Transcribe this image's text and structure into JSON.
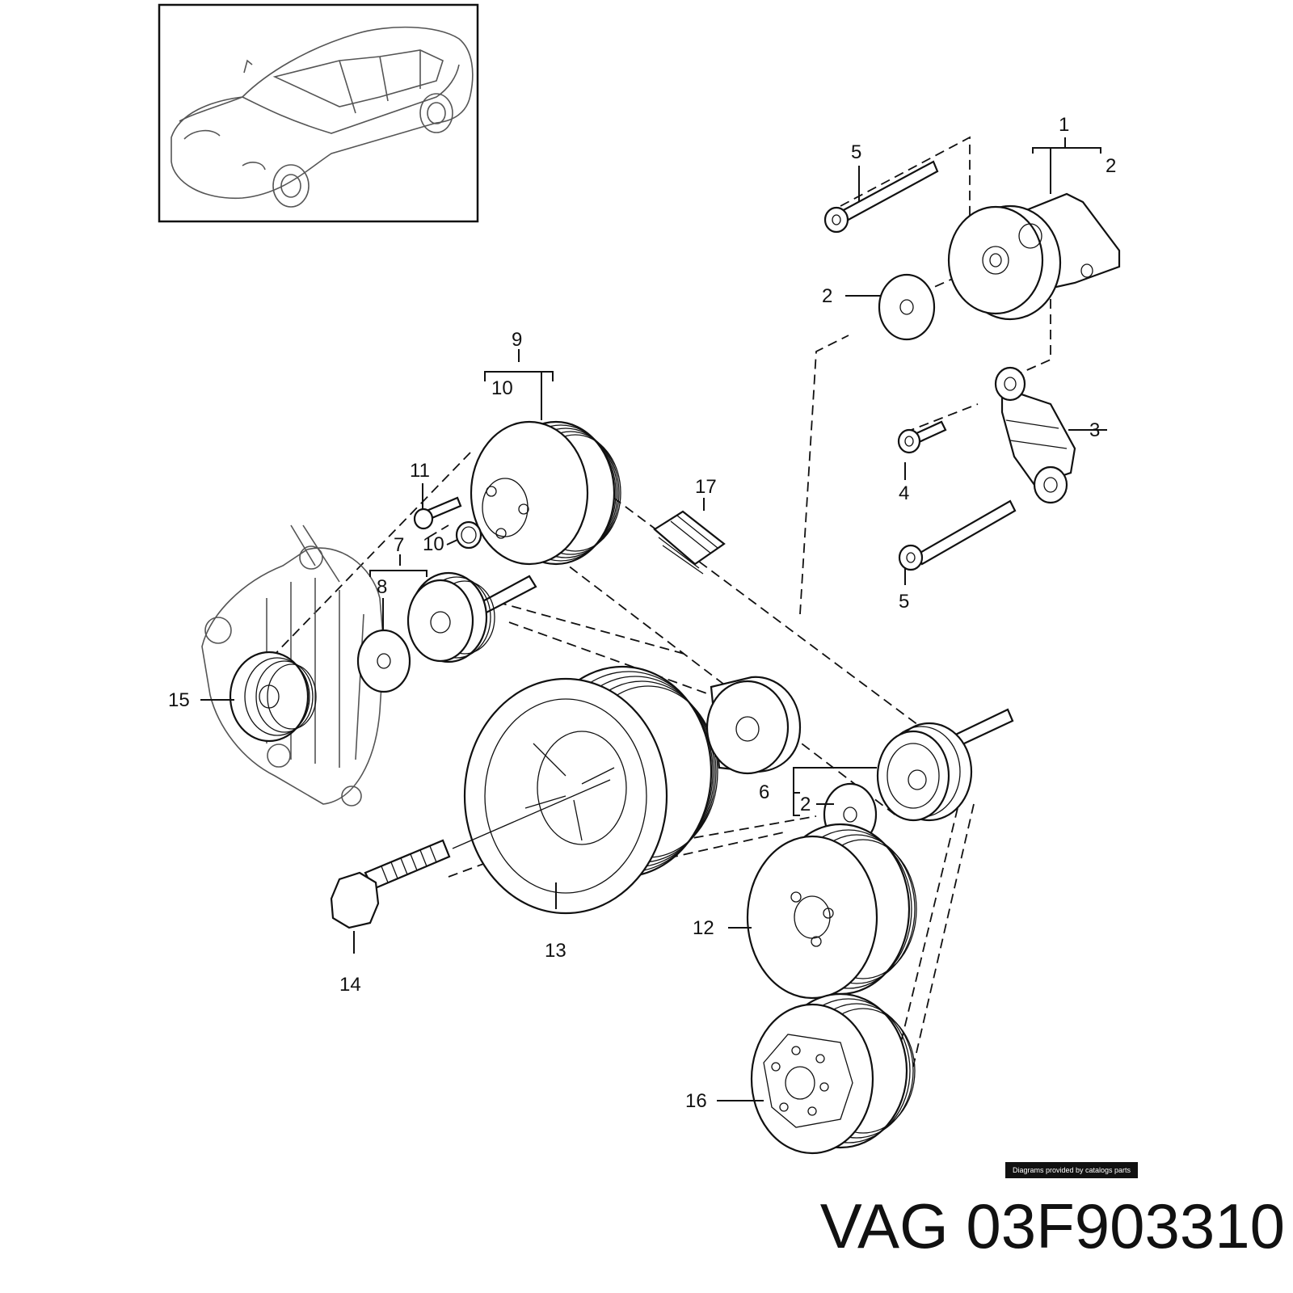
{
  "callouts": {
    "c1": "1",
    "c2_top": "2",
    "c2_plate": "2",
    "c2_lower": "2",
    "c3": "3",
    "c4": "4",
    "c5_top": "5",
    "c5_bottom": "5",
    "c6": "6",
    "c7": "7",
    "c8": "8",
    "c9": "9",
    "c10_group": "10",
    "c10_cap": "10",
    "c11": "11",
    "c12": "12",
    "c13": "13",
    "c14": "14",
    "c15": "15",
    "c16": "16",
    "c17": "17"
  },
  "credit_text": "Diagrams provided by catalogs parts",
  "title": {
    "brand": "VAG",
    "part_number": "03F903310"
  }
}
